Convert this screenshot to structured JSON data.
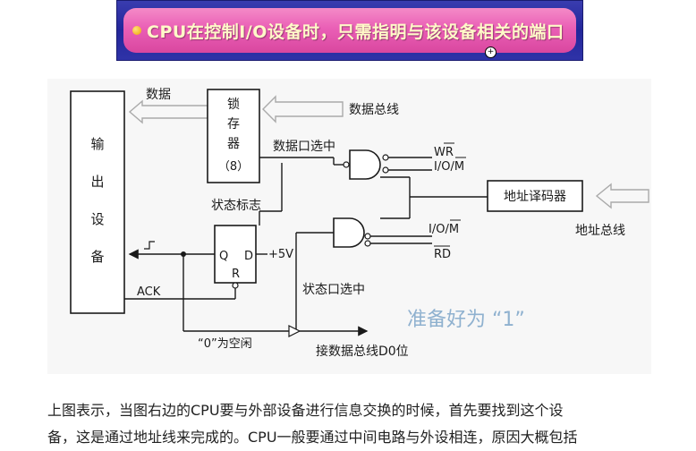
{
  "header": {
    "title": "CPU在控制I/O设备时，只需指明与该设备相关的端口"
  },
  "diagram": {
    "output_device": [
      "输",
      "出",
      "设",
      "备"
    ],
    "latch": [
      "锁",
      "存",
      "器",
      "（8）"
    ],
    "data_arrow_label": "数据",
    "data_bus": "数据总线",
    "data_port_select": "数据口选中",
    "wr": "WR",
    "io_m_1": "I/O/M",
    "address_decoder": "地址译码器",
    "address_bus": "地址总线",
    "status_flag": "状态标志",
    "flag_q": "Q",
    "flag_d": "D",
    "flag_r": "R",
    "plus5v": "+5V",
    "io_m_2": "I/O/M",
    "rd": "RD",
    "ack": "ACK",
    "status_port_select": "状态口选中",
    "ready_note": "准备好为 “1”",
    "idle_note": "“0”为空闲",
    "d0_note": "接数据总线D0位"
  },
  "footer": {
    "line1": "上图表示，当图右边的CPU要与外部设备进行信息交换的时候，首先要找到这个设",
    "line2": "备，这是通过地址线来完成的。CPU一般要通过中间电路与外设相连，原因大概包括"
  }
}
